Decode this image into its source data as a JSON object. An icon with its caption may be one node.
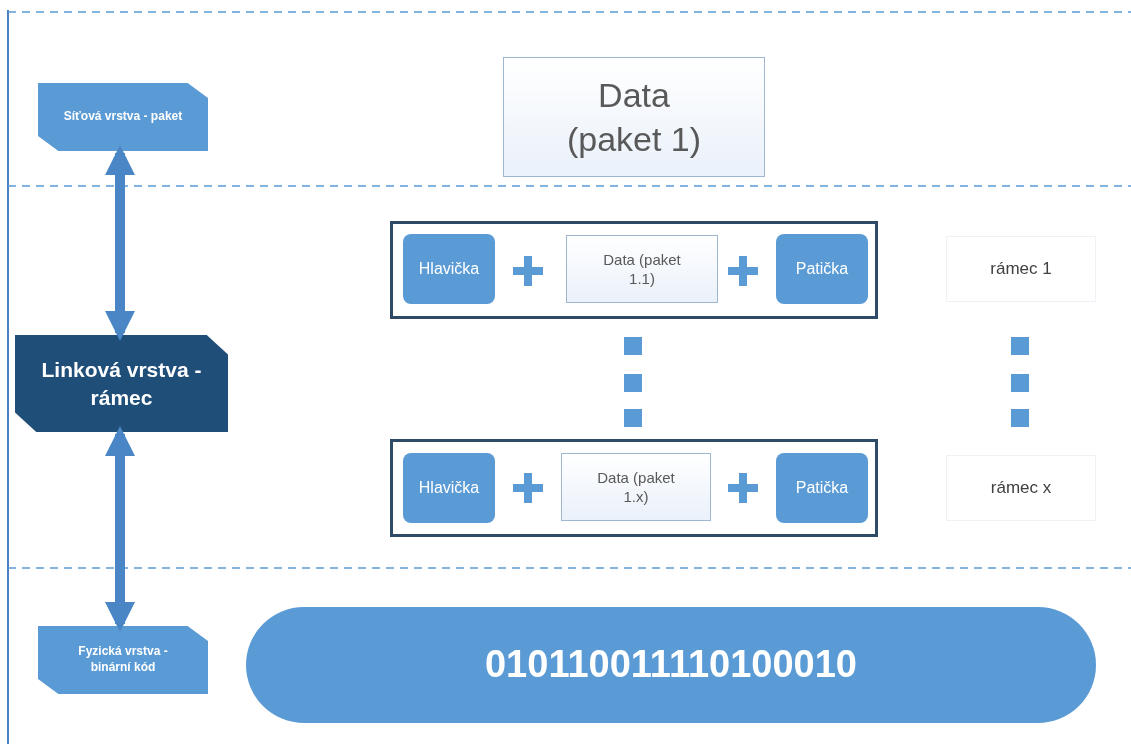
{
  "diagram": {
    "nodes": [
      {
        "text": [
          "Síťová vrstva - paket"
        ]
      },
      {
        "text": [
          "Data (paket 1)"
        ]
      },
      {
        "text": [
          "Linková vrstva - rámec"
        ]
      },
      {
        "text": [],
        "shape": "box"
      },
      {
        "text": [
          "Hlavička"
        ],
        "in": 3
      },
      {
        "text": [
          "Data (paket 1.1)"
        ],
        "in": 3
      },
      {
        "text": [
          "Patička"
        ],
        "in": 3
      },
      {
        "text": [
          "rámec 1"
        ]
      },
      {
        "text": [],
        "shape": "box"
      },
      {
        "text": [
          "Hlavička"
        ],
        "in": 8
      },
      {
        "text": [
          "Data (paket 1.x)"
        ],
        "in": 8
      },
      {
        "text": [
          "Patička"
        ],
        "in": 8
      },
      {
        "text": [
          "rámec x"
        ]
      },
      {
        "text": [
          "Fyzická vrstva - binární kód"
        ]
      },
      {
        "text": [
          "010110011110100010"
        ]
      }
    ],
    "edges": [
      {
        "from": 0,
        "to": 2,
        "arrow": "both"
      },
      {
        "from": 2,
        "to": 13,
        "arrow": "both"
      }
    ]
  }
}
